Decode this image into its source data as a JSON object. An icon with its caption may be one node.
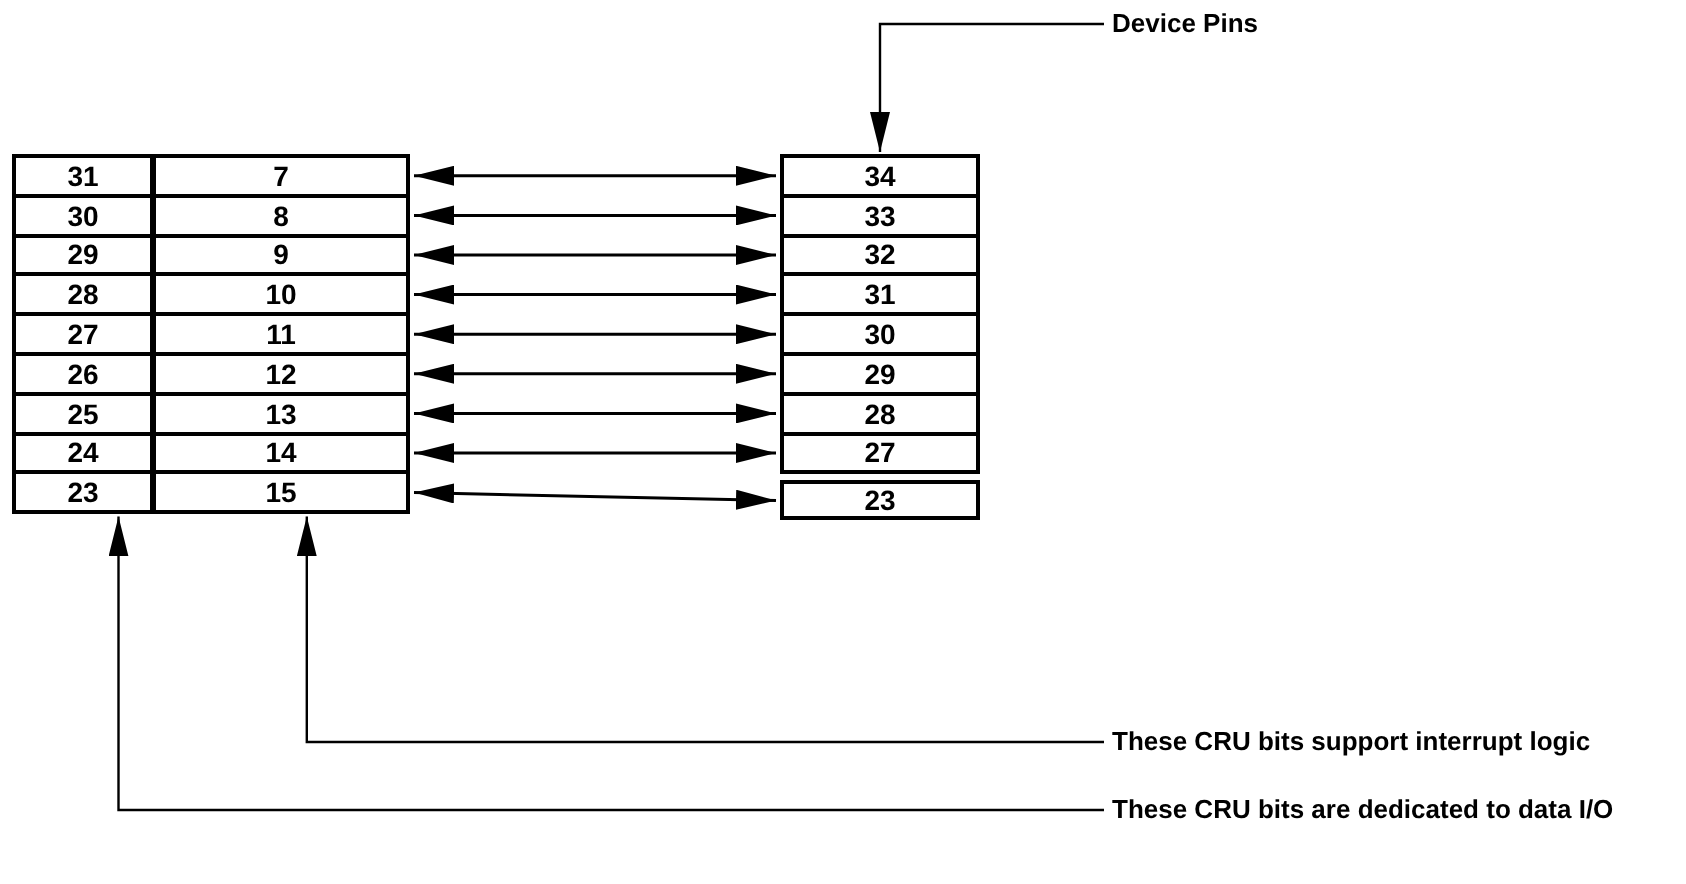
{
  "diagram": {
    "nodes": [
      {
        "text": [
          "31"
        ]
      },
      {
        "text": [
          "7"
        ]
      },
      {
        "text": [
          "34"
        ]
      },
      {
        "text": [
          "30"
        ]
      },
      {
        "text": [
          "8"
        ]
      },
      {
        "text": [
          "33"
        ]
      },
      {
        "text": [
          "29"
        ]
      },
      {
        "text": [
          "9"
        ]
      },
      {
        "text": [
          "32"
        ]
      },
      {
        "text": [
          "28"
        ]
      },
      {
        "text": [
          "10"
        ]
      },
      {
        "text": [
          "31"
        ]
      },
      {
        "text": [
          "27"
        ]
      },
      {
        "text": [
          "11"
        ]
      },
      {
        "text": [
          "30"
        ]
      },
      {
        "text": [
          "26"
        ]
      },
      {
        "text": [
          "12"
        ]
      },
      {
        "text": [
          "29"
        ]
      },
      {
        "text": [
          "25"
        ]
      },
      {
        "text": [
          "13"
        ]
      },
      {
        "text": [
          "28"
        ]
      },
      {
        "text": [
          "24"
        ]
      },
      {
        "text": [
          "14"
        ]
      },
      {
        "text": [
          "27"
        ]
      },
      {
        "text": [
          "23"
        ]
      },
      {
        "text": [
          "15"
        ]
      },
      {
        "text": [
          "23"
        ]
      },
      {
        "text": [
          "Device Pins"
        ]
      },
      {
        "text": [
          "These CRU bits support interrupt logic"
        ]
      },
      {
        "text": [
          "These CRU bits are dedicated to data I/O"
        ]
      }
    ],
    "edges": [
      {
        "from": 1,
        "to": 2,
        "arrow": "both"
      },
      {
        "from": 4,
        "to": 5,
        "arrow": "both"
      },
      {
        "from": 7,
        "to": 8,
        "arrow": "both"
      },
      {
        "from": 10,
        "to": 11,
        "arrow": "both"
      },
      {
        "from": 13,
        "to": 14,
        "arrow": "both"
      },
      {
        "from": 16,
        "to": 17,
        "arrow": "both"
      },
      {
        "from": 19,
        "to": 20,
        "arrow": "both"
      },
      {
        "from": 22,
        "to": 23,
        "arrow": "both"
      },
      {
        "from": 25,
        "to": 26,
        "arrow": "both"
      },
      {
        "from": 27,
        "to": 2,
        "arrow": "to"
      },
      {
        "from": 28,
        "to": 25,
        "arrow": "to"
      },
      {
        "from": 29,
        "to": 24,
        "arrow": "to"
      }
    ]
  }
}
